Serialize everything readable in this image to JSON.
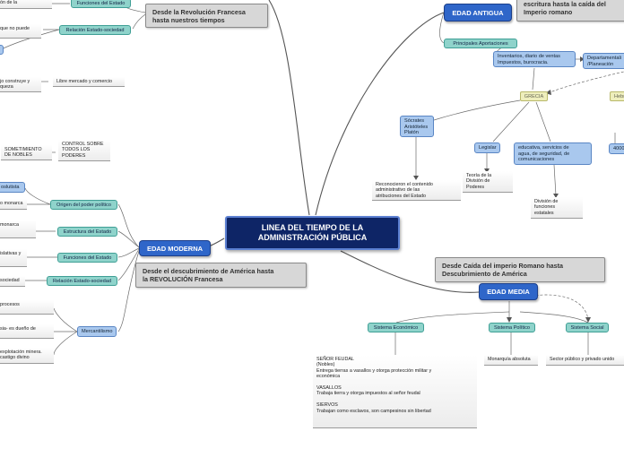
{
  "central": {
    "title": "LINEA DEL TIEMPO DE LA\nADMINISTRACIÓN PÚBLICA"
  },
  "edad_antigua": {
    "label": "EDAD ANTIGUA",
    "note": "escritura hasta la caída del\nImperio romano",
    "principales": "Principales Aportaciones",
    "inventarios": "Inventarios, diario de ventas\nImpuestos, burocracia.",
    "departamental": "Departamentali\n/Planeación",
    "grecia": "GRECIA",
    "heb": "Hebr",
    "num_4000": "4000",
    "socrates": "Sócrates\nAristóteles\nPlatón",
    "legislar": "Legislar",
    "educativa": "educativa, servicios de\nagua, de seguridad, de\ncomunicaciones",
    "reconocieron": "Reconocieron el contenido\nadministrativo de las\natribuciones del Estado",
    "teoria": "Teoría de la\nDivisión de\nPoderes",
    "division": "División de\nfunciones\nestatales"
  },
  "edad_media": {
    "label": "EDAD MEDIA",
    "note": "Desde Caída del imperio Romano hasta\nDescubrimiento de América",
    "sistema_economico": "Sistema Económico",
    "sistema_politico": "Sistema Político",
    "sistema_social": "Sistema Social",
    "feudal_text": "SEÑOR FEUDAL\n(Nobles)\nEntrega tierras a vasallos y otorga protección militar y\neconómica\n\nVASALLOS\nTrabaja tierra y otorga impuestos al señor feudal\n\nSIERVOS\nTrabajan como esclavos, son campesinos sin libertad",
    "monarquia": "Monarquía absoluta",
    "sector": "Sector público y privado unido"
  },
  "edad_moderna": {
    "label": "EDAD MODERNA",
    "note": "Desde el descubrimiento de América hasta\nla REVOLUCIÓN Francesa",
    "origen": "Origen del poder político",
    "estructura": "Estructura del Estado",
    "funciones": "Funciones del Estado",
    "relacion": "Relación Estado-sociedad",
    "mercantilismo": "Mercantilismo",
    "absolutista": "oslutista",
    "monarca_1": "o monarca",
    "monarca_2": "monarca",
    "legislativas": "islativas y",
    "sociedad": "sociedad",
    "procesos": "procesos",
    "duenio": "sia-  es dueño de",
    "explotacion": "explotación minera.\ncastigo divino"
  },
  "edad_contemporanea": {
    "note": "Desde la Revolución Francesa\nhasta nuestros tiempos",
    "funciones": "Funciones del Estado",
    "relacion": "Relación Estado-sociedad",
    "de_la": "ón de la",
    "no_puede": "que no puede",
    "construye": "jo construye y\nqueza",
    "libre_mercado": "Libre mercado y comercio",
    "sometimiento": "SOMETIMIENTO\nDE NOBLES",
    "control": "CONTROL SOBRE\nTODOS LOS\nPODERES"
  },
  "colors": {
    "central": "#0e2566",
    "main": "#2f66c9",
    "teal": "#8fd3cb",
    "blue": "#a9c8ee",
    "grey": "#d7d7d7",
    "yellow": "#eeeebc"
  }
}
